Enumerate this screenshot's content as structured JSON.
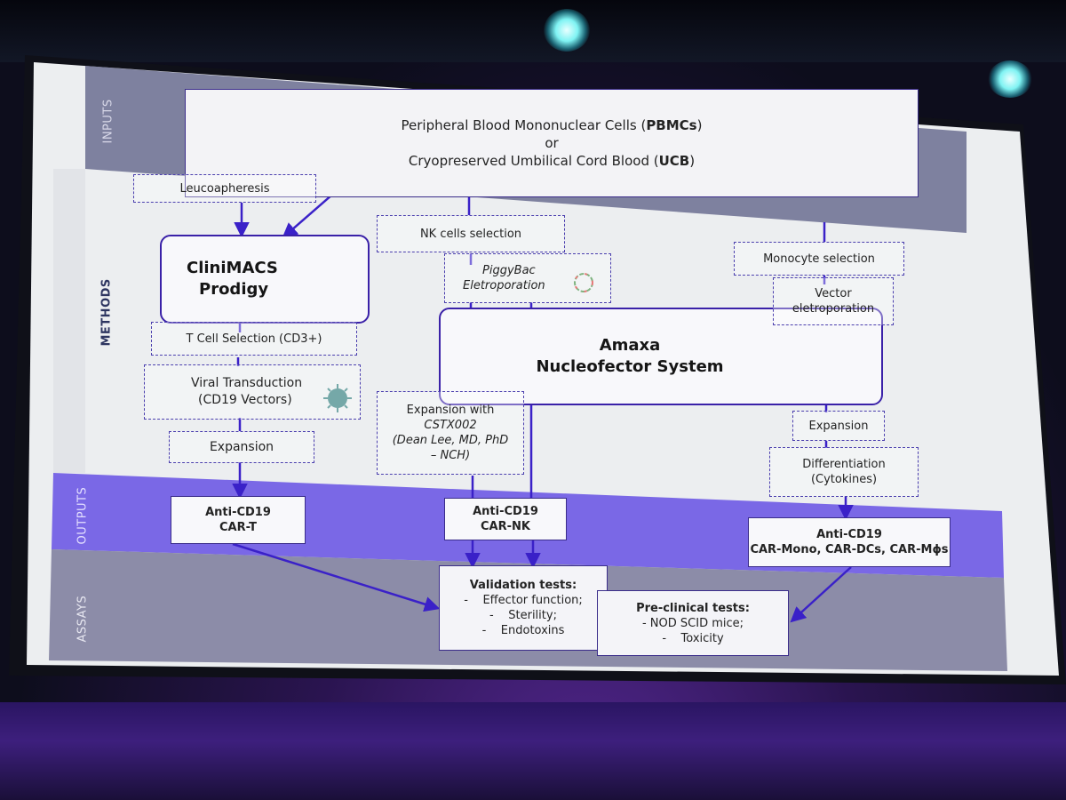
{
  "sections": {
    "inputs": "INPUTS",
    "methods": "METHODS",
    "outputs": "OUTPUTS",
    "assays": "ASSAYS"
  },
  "inputs": {
    "line1_prefix": "Peripheral Blood Mononuclear Cells (",
    "line1_bold": "PBMCs",
    "line1_suffix": ")",
    "line2": "or",
    "line3_prefix": "Cryopreserved Umbilical Cord Blood (",
    "line3_bold": "UCB",
    "line3_suffix": ")"
  },
  "t_cell_branch": {
    "leucoapheresis": "Leucoapheresis",
    "device_line1": "CliniMACS",
    "device_line2": "Prodigy",
    "selection": "T Cell Selection (CD3+)",
    "transduction_line1": "Viral Transduction",
    "transduction_line2": "(CD19 Vectors)",
    "expansion": "Expansion",
    "output_line1": "Anti-CD19",
    "output_line2": "CAR-T"
  },
  "nk_branch": {
    "selection": "NK cells selection",
    "piggybac_line1": "PiggyBac",
    "piggybac_line2": "Eletroporation",
    "device_line1": "Amaxa",
    "device_line2": "Nucleofector System",
    "expansion_line1": "Expansion with",
    "expansion_line2": "CSTX002",
    "expansion_line3": "(Dean Lee, MD, PhD",
    "expansion_line4": "– NCH)",
    "output_line1": "Anti-CD19",
    "output_line2": "CAR-NK"
  },
  "mono_branch": {
    "selection": "Monocyte selection",
    "vector_line1": "Vector",
    "vector_line2": "eletroporation",
    "expansion": "Expansion",
    "diff_line1": "Differentiation",
    "diff_line2": "(Cytokines)",
    "output_line1": "Anti-CD19",
    "output_line2": "CAR-Mono, CAR-DCs, CAR-Mɸs"
  },
  "assays": {
    "validation_title": "Validation tests:",
    "validation_items": [
      "-    Effector function;",
      "-    Sterility;",
      "-    Endotoxins"
    ],
    "preclinical_title": "Pre-clinical tests:",
    "preclinical_items": [
      "- NOD SCID mice;",
      "-    Toxicity"
    ]
  },
  "colors": {
    "arrow": "#3a21c8",
    "band_inputs": "#6a6a90",
    "band_outputs": "#7a68e6",
    "band_assays": "#8888a8",
    "slide": "#eceef0"
  }
}
